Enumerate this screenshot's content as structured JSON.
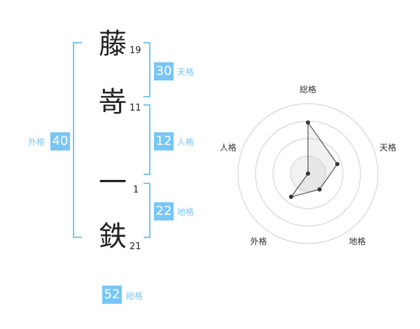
{
  "characters": [
    {
      "char": "藤",
      "strokes": "19"
    },
    {
      "char": "嵜",
      "strokes": "11"
    },
    {
      "char": "一",
      "strokes": "1"
    },
    {
      "char": "鉄",
      "strokes": "21"
    }
  ],
  "fortunes": {
    "tenkaku": {
      "value": "30",
      "label": "天格"
    },
    "jinkaku": {
      "value": "12",
      "label": "人格"
    },
    "chikaku": {
      "value": "22",
      "label": "地格"
    },
    "gaikaku": {
      "value": "40",
      "label": "外格"
    },
    "soukaku": {
      "value": "52",
      "label": "総格"
    }
  },
  "colors": {
    "accent": "#78c6f5",
    "text": "#222222"
  },
  "chart_data": {
    "type": "radar",
    "axes": [
      "総格",
      "天格",
      "地格",
      "外格",
      "人格"
    ],
    "values": [
      0.73,
      0.44,
      0.28,
      0.41,
      0.0
    ],
    "range": [
      0,
      1
    ],
    "rings": 4
  }
}
